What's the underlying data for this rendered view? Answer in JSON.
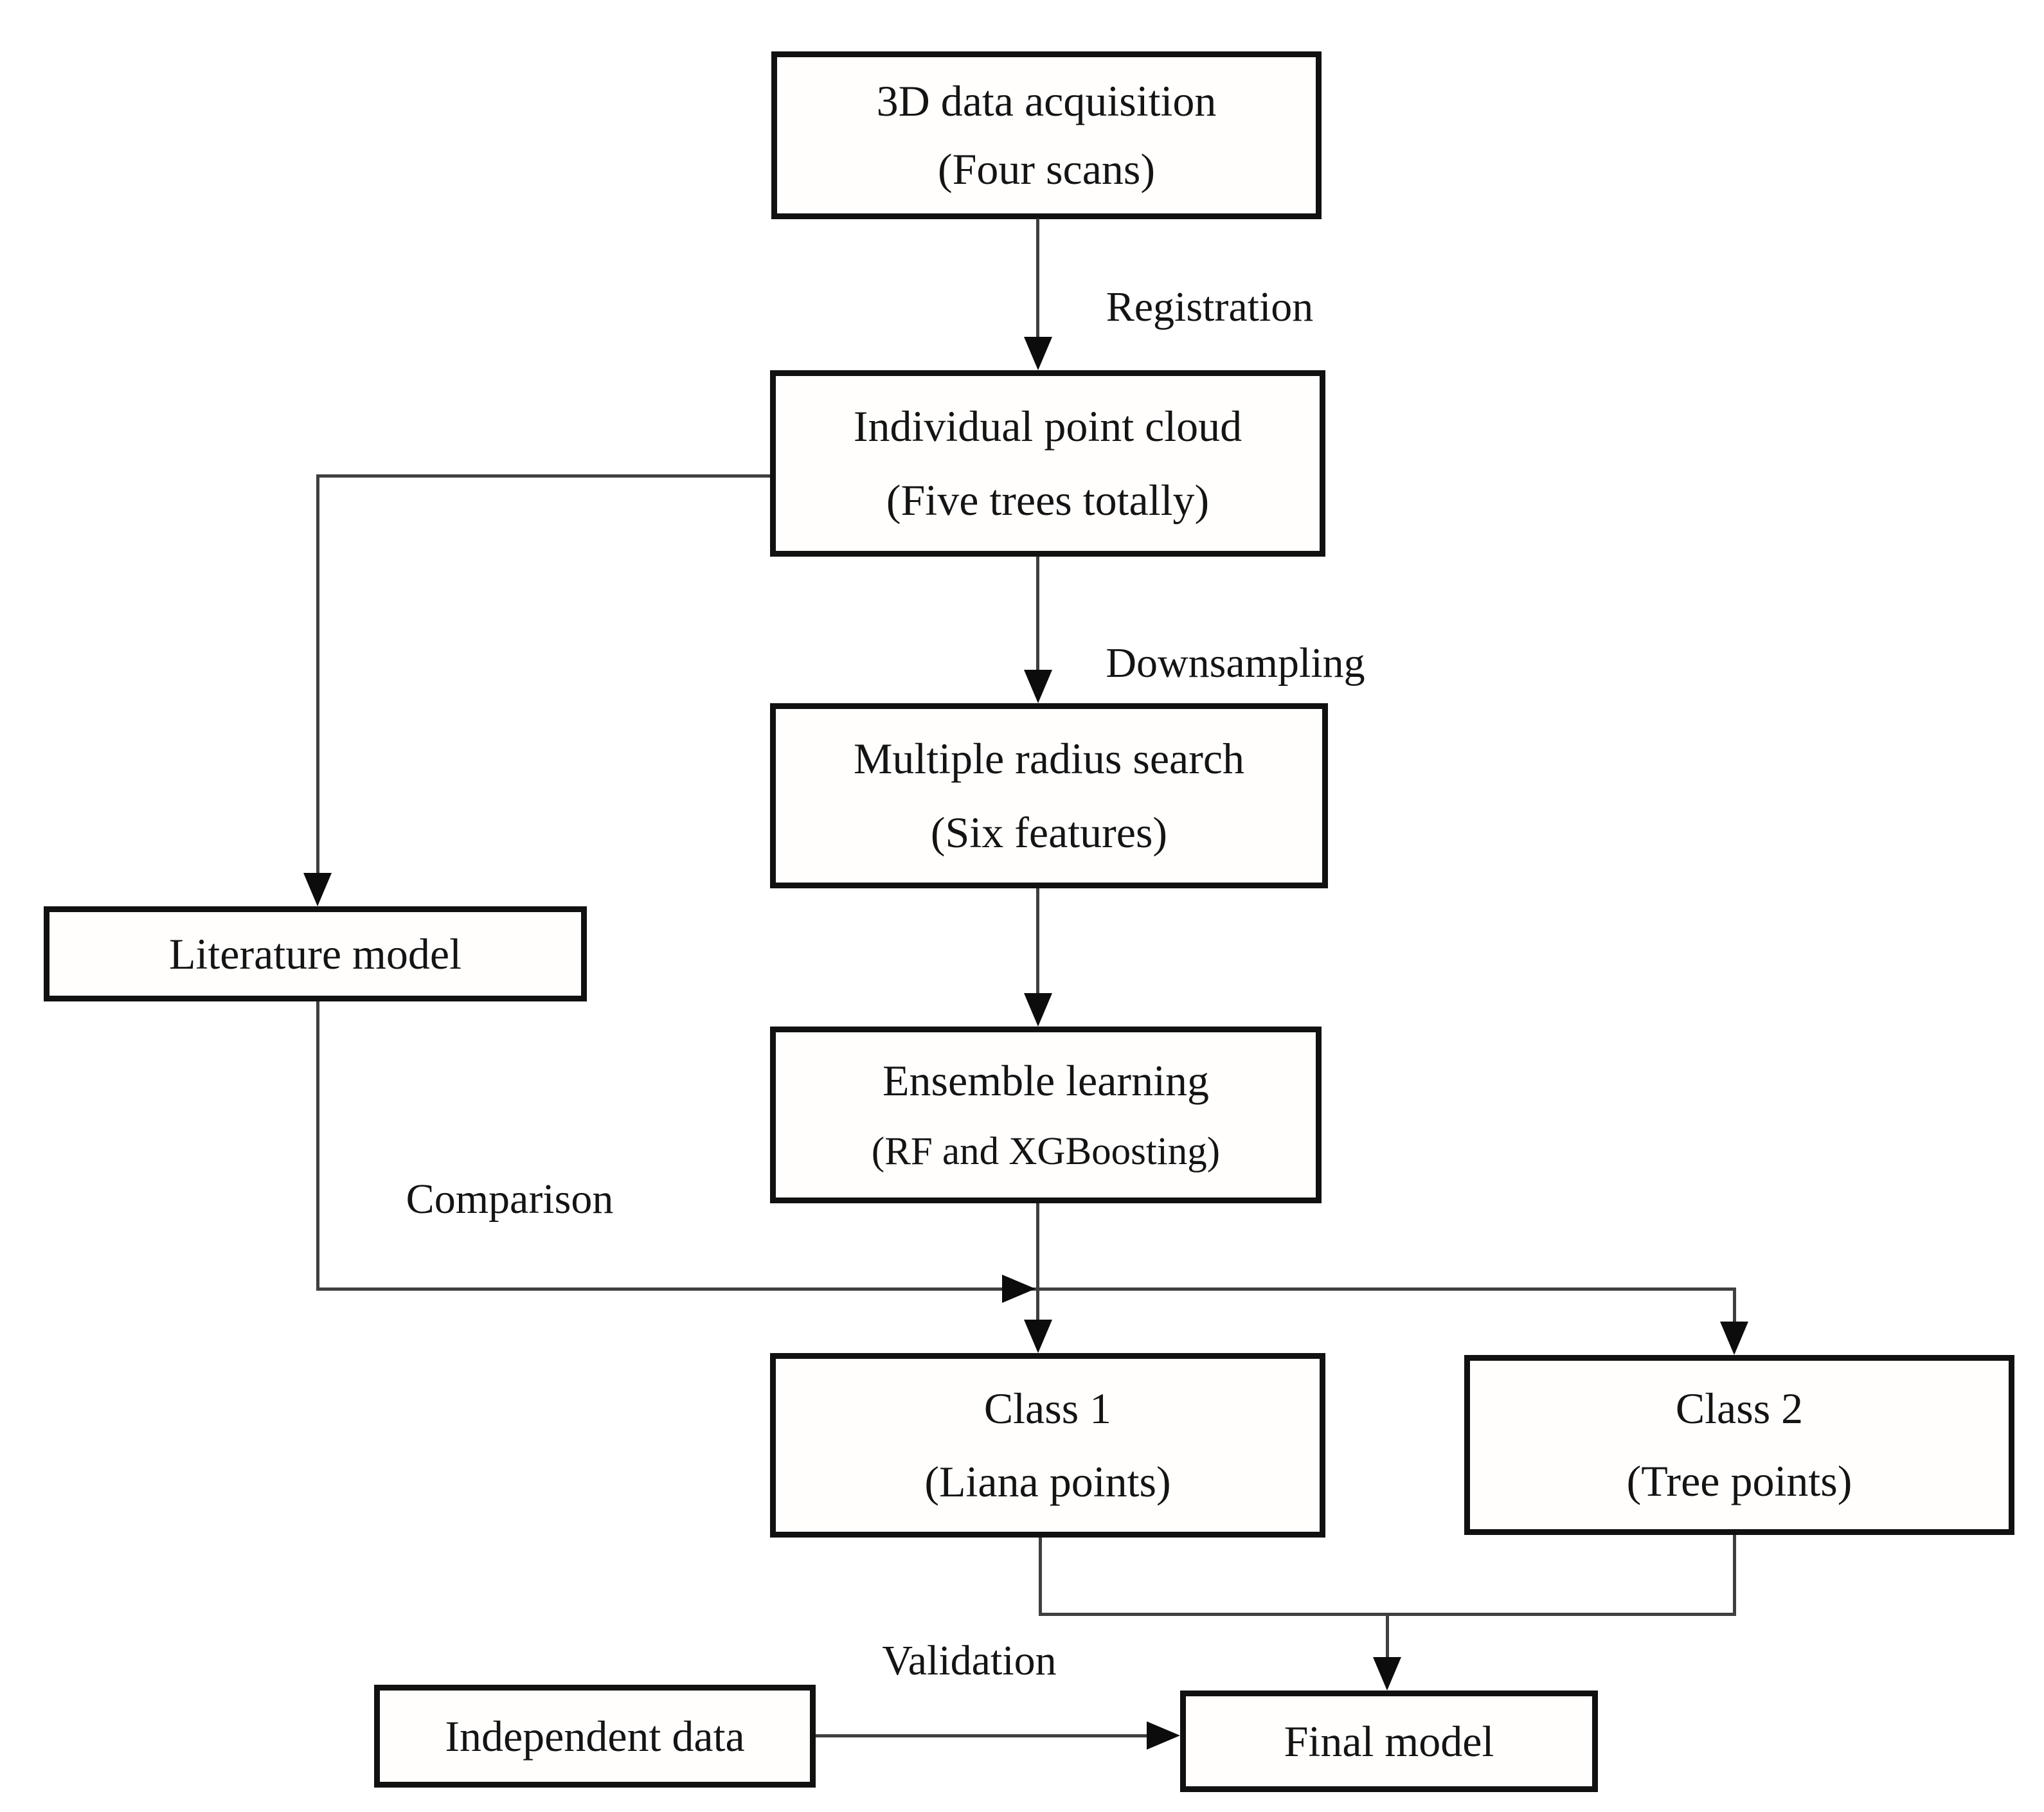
{
  "nodes": {
    "acquisition": {
      "line1": "3D data acquisition",
      "line2": "(Four scans)"
    },
    "point_cloud": {
      "line1": "Individual point cloud",
      "line2": "(Five trees totally)"
    },
    "radius_search": {
      "line1": "Multiple radius search",
      "line2": "(Six features)"
    },
    "ensemble": {
      "line1": "Ensemble learning",
      "line2": "(RF and XGBoosting)"
    },
    "literature": {
      "line1": "Literature model"
    },
    "class1": {
      "line1": "Class 1",
      "line2": "(Liana points)"
    },
    "class2": {
      "line1": "Class 2",
      "line2": "(Tree points)"
    },
    "independent": {
      "line1": "Independent data"
    },
    "final": {
      "line1": "Final model"
    }
  },
  "edge_labels": {
    "registration": "Registration",
    "downsampling": "Downsampling",
    "comparison": "Comparison",
    "validation": "Validation"
  },
  "colors": {
    "background": "#ffffff",
    "border": "#111111",
    "line": "#3f3f3f",
    "arrow": "#0c0c0c",
    "text": "#141414"
  }
}
